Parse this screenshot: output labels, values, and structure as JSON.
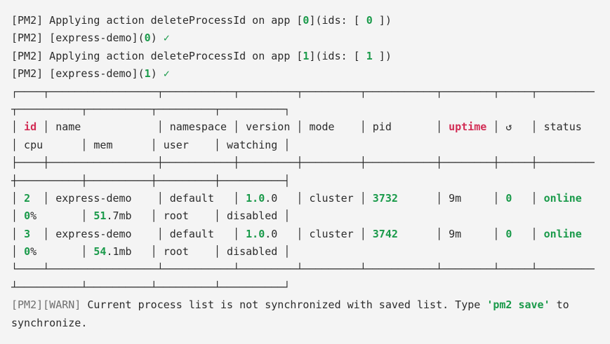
{
  "terminal": {
    "colors": {
      "background": "#f4f4f4",
      "foreground": "#2b2b2b",
      "green": "#1a9a4a",
      "red": "#d22d55",
      "dim": "#6f6f6f"
    },
    "lines": [
      [
        [
          "fg",
          "[PM2] Applying action deleteProcessId on app ["
        ],
        [
          "g",
          "0"
        ],
        [
          "fg",
          "](ids: [ "
        ],
        [
          "g",
          "0"
        ],
        [
          "fg",
          " ])"
        ]
      ],
      [
        [
          "fg",
          "[PM2] [express-demo]("
        ],
        [
          "g",
          "0"
        ],
        [
          "fg",
          ") "
        ],
        [
          "gn",
          "✓"
        ]
      ],
      [
        [
          "fg",
          "[PM2] Applying action deleteProcessId on app ["
        ],
        [
          "g",
          "1"
        ],
        [
          "fg",
          "](ids: [ "
        ],
        [
          "g",
          "1"
        ],
        [
          "fg",
          " ])"
        ]
      ],
      [
        [
          "fg",
          "[PM2] [express-demo]("
        ],
        [
          "g",
          "1"
        ],
        [
          "fg",
          ") "
        ],
        [
          "gn",
          "✓"
        ]
      ],
      [
        [
          "fg",
          "┌────┬─────────────────┬───────────┬─────────┬─────────┬───────────┬────────┬─────┬─────────"
        ]
      ],
      [
        [
          "fg",
          "┬──────────┬──────────┬─────────┬──────────┐"
        ]
      ],
      [
        [
          "fg",
          "│ "
        ],
        [
          "r",
          "id"
        ],
        [
          "fg",
          " │ name            │ namespace │ version │ mode    │ pid       │ "
        ],
        [
          "r",
          "uptime"
        ],
        [
          "fg",
          " │ ↺   │ status  "
        ]
      ],
      [
        [
          "fg",
          "│ cpu      │ mem      │ user    │ watching │"
        ]
      ],
      [
        [
          "fg",
          "├────┼─────────────────┼───────────┼─────────┼─────────┼───────────┼────────┼─────┼─────────"
        ]
      ],
      [
        [
          "fg",
          "┼──────────┼──────────┼─────────┼──────────┤"
        ]
      ],
      [
        [
          "fg",
          "│ "
        ],
        [
          "g",
          "2"
        ],
        [
          "fg",
          "  │ express-demo    │ default   │ "
        ],
        [
          "g",
          "1.0"
        ],
        [
          "fg",
          ".0   │ cluster │ "
        ],
        [
          "g",
          "3732"
        ],
        [
          "fg",
          "      │ 9m     │ "
        ],
        [
          "g",
          "0"
        ],
        [
          "fg",
          "   │ "
        ],
        [
          "g",
          "online"
        ],
        [
          "fg",
          "  "
        ]
      ],
      [
        [
          "fg",
          "│ "
        ],
        [
          "g",
          "0"
        ],
        [
          "fg",
          "%       │ "
        ],
        [
          "g",
          "51"
        ],
        [
          "fg",
          ".7mb   │ root    │ disabled │"
        ]
      ],
      [
        [
          "fg",
          "│ "
        ],
        [
          "g",
          "3"
        ],
        [
          "fg",
          "  │ express-demo    │ default   │ "
        ],
        [
          "g",
          "1.0"
        ],
        [
          "fg",
          ".0   │ cluster │ "
        ],
        [
          "g",
          "3742"
        ],
        [
          "fg",
          "      │ 9m     │ "
        ],
        [
          "g",
          "0"
        ],
        [
          "fg",
          "   │ "
        ],
        [
          "g",
          "online"
        ],
        [
          "fg",
          "  "
        ]
      ],
      [
        [
          "fg",
          "│ "
        ],
        [
          "g",
          "0"
        ],
        [
          "fg",
          "%       │ "
        ],
        [
          "g",
          "54"
        ],
        [
          "fg",
          ".1mb   │ root    │ disabled │"
        ]
      ],
      [
        [
          "fg",
          "└────┴─────────────────┴───────────┴─────────┴─────────┴───────────┴────────┴─────┴─────────"
        ]
      ],
      [
        [
          "fg",
          "┴──────────┴──────────┴─────────┴──────────┘"
        ]
      ],
      [
        [
          "dim",
          "[PM2][WARN]"
        ],
        [
          "fg",
          " Current process list is not synchronized with saved list. Type "
        ],
        [
          "g",
          "'pm2 save'"
        ],
        [
          "fg",
          " to"
        ]
      ],
      [
        [
          "fg",
          "synchronize."
        ]
      ]
    ],
    "process_table": {
      "columns": [
        "id",
        "name",
        "namespace",
        "version",
        "mode",
        "pid",
        "uptime",
        "↺",
        "status",
        "cpu",
        "mem",
        "user",
        "watching"
      ],
      "rows": [
        [
          "2",
          "express-demo",
          "default",
          "1.0.0",
          "cluster",
          "3732",
          "9m",
          "0",
          "online",
          "0%",
          "51.7mb",
          "root",
          "disabled"
        ],
        [
          "3",
          "express-demo",
          "default",
          "1.0.0",
          "cluster",
          "3742",
          "9m",
          "0",
          "online",
          "0%",
          "54.1mb",
          "root",
          "disabled"
        ]
      ]
    },
    "messages": {
      "action_app_0": "[PM2] Applying action deleteProcessId on app [0](ids: [ 0 ])",
      "result_app_0": "[PM2] [express-demo](0) ✓",
      "action_app_1": "[PM2] Applying action deleteProcessId on app [1](ids: [ 1 ])",
      "result_app_1": "[PM2] [express-demo](1) ✓",
      "warning": "[PM2][WARN] Current process list is not synchronized with saved list. Type 'pm2 save' to synchronize."
    }
  }
}
